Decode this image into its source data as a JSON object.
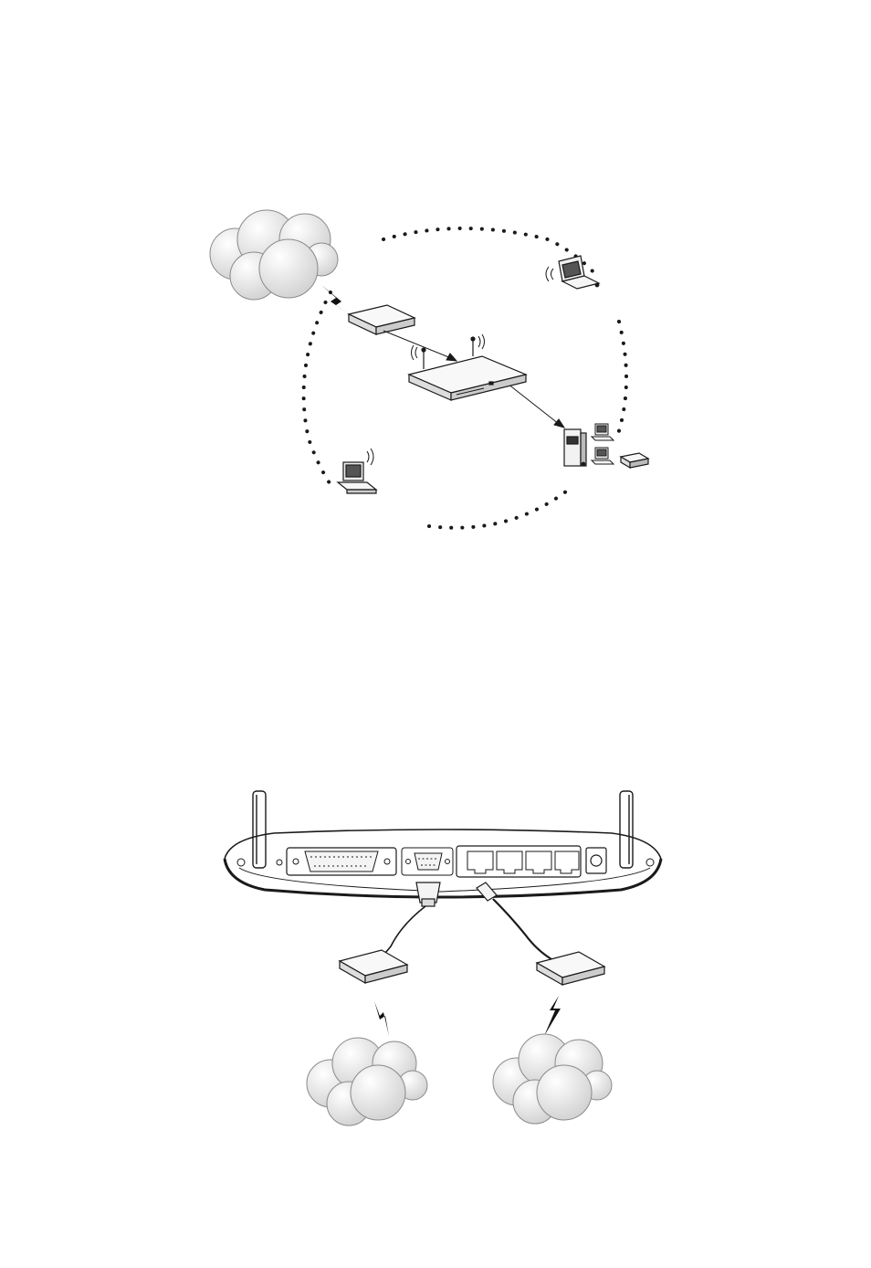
{
  "diagram_top": {
    "nodes": [
      "internet-cloud",
      "modem",
      "wireless-router",
      "laptop",
      "desktop-pc",
      "server-tower",
      "workstation-1",
      "workstation-2",
      "printer"
    ],
    "icons": {
      "cloud": "cloud-icon",
      "lightning": "lightning-icon",
      "modem": "modem-icon",
      "router": "router-icon",
      "laptop": "laptop-icon",
      "desktop": "desktop-icon",
      "server": "server-icon",
      "printer": "printer-icon",
      "signal": "wireless-signal-icon"
    }
  },
  "diagram_bottom": {
    "nodes": [
      "router-rear-panel",
      "left-antenna",
      "right-antenna",
      "parallel-port",
      "serial-port",
      "lan-ports",
      "power-jack",
      "modem-left",
      "modem-right",
      "cloud-left",
      "cloud-right"
    ],
    "lan_port_count": 4,
    "icons": {
      "serial_connector": "serial-plug-icon",
      "rj45_connector": "rj45-plug-icon"
    }
  },
  "colors": {
    "ink": "#1a1a1a",
    "cloud_fill": "#e6e6e6",
    "device_fill": "#f5f5f5"
  }
}
